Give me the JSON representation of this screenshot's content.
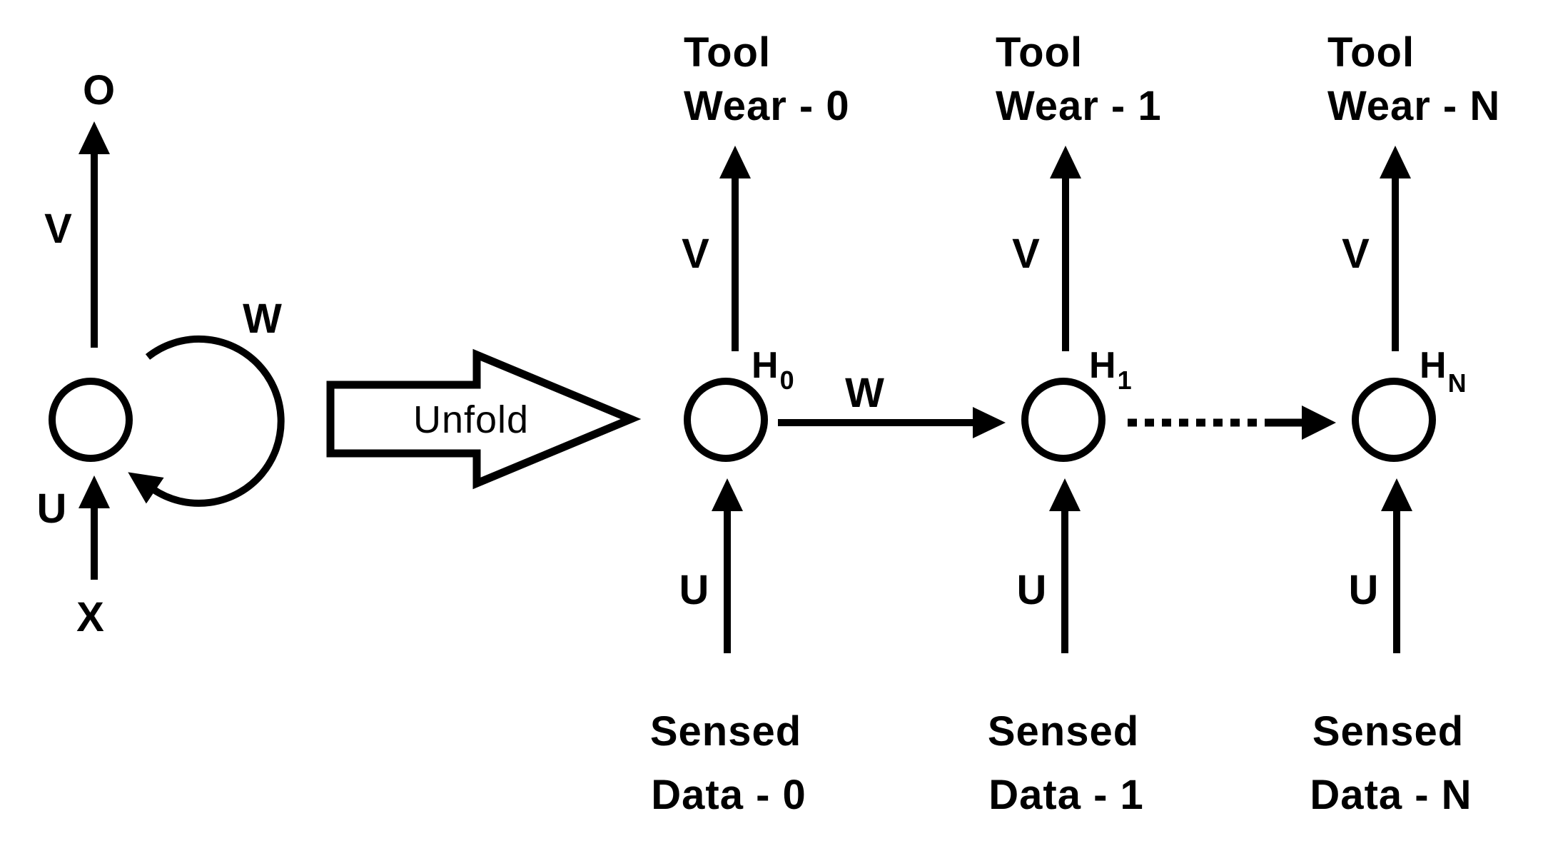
{
  "folded_unit": {
    "output_label": "O",
    "v_weight_label": "V",
    "recurrent_weight_label": "W",
    "u_weight_label": "U",
    "input_label": "X"
  },
  "unfold": {
    "label": "Unfold"
  },
  "unrolled": {
    "transition_weight_label": "W",
    "cells": [
      {
        "output_line1": "Tool",
        "output_line2": "Wear - 0",
        "v_weight_label": "V",
        "state_label": "H",
        "state_subscript": "0",
        "u_weight_label": "U",
        "input_line1": "Sensed",
        "input_line2": "Data - 0"
      },
      {
        "output_line1": "Tool",
        "output_line2": "Wear - 1",
        "v_weight_label": "V",
        "state_label": "H",
        "state_subscript": "1",
        "u_weight_label": "U",
        "input_line1": "Sensed",
        "input_line2": "Data - 1"
      },
      {
        "output_line1": "Tool",
        "output_line2": "Wear - N",
        "v_weight_label": "V",
        "state_label": "H",
        "state_subscript": "N",
        "u_weight_label": "U",
        "input_line1": "Sensed",
        "input_line2": "Data - N"
      }
    ]
  }
}
